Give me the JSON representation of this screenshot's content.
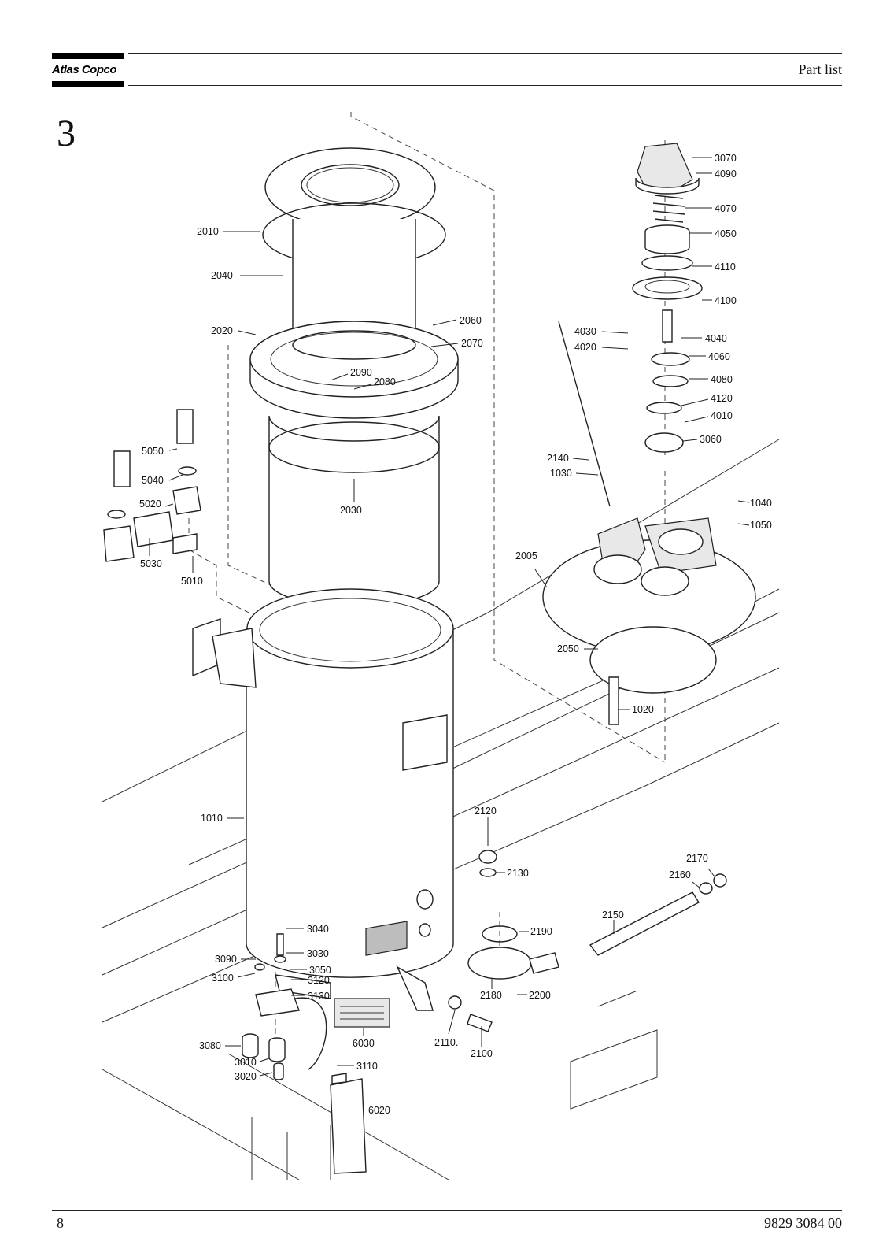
{
  "header": {
    "brand": "Atlas Copco",
    "title": "Part list"
  },
  "section": {
    "number": "3"
  },
  "footer": {
    "page_number": "8",
    "doc_number": "9829 3084 00"
  },
  "callouts": [
    {
      "label": "2010"
    },
    {
      "label": "2040"
    },
    {
      "label": "2020"
    },
    {
      "label": "2060"
    },
    {
      "label": "2070"
    },
    {
      "label": "2090"
    },
    {
      "label": "2080"
    },
    {
      "label": "2030"
    },
    {
      "label": "5050"
    },
    {
      "label": "5040"
    },
    {
      "label": "5020"
    },
    {
      "label": "5030"
    },
    {
      "label": "5010"
    },
    {
      "label": "3070"
    },
    {
      "label": "4090"
    },
    {
      "label": "4070"
    },
    {
      "label": "4050"
    },
    {
      "label": "4110"
    },
    {
      "label": "4100"
    },
    {
      "label": "4030"
    },
    {
      "label": "4020"
    },
    {
      "label": "4040"
    },
    {
      "label": "4060"
    },
    {
      "label": "4080"
    },
    {
      "label": "4120"
    },
    {
      "label": "4010"
    },
    {
      "label": "3060"
    },
    {
      "label": "2140"
    },
    {
      "label": "1030"
    },
    {
      "label": "1040"
    },
    {
      "label": "1050"
    },
    {
      "label": "2005"
    },
    {
      "label": "2050"
    },
    {
      "label": "1020"
    },
    {
      "label": "1010"
    },
    {
      "label": "2120"
    },
    {
      "label": "2130"
    },
    {
      "label": "2170"
    },
    {
      "label": "2160"
    },
    {
      "label": "2150"
    },
    {
      "label": "2190"
    },
    {
      "label": "2180"
    },
    {
      "label": "2200"
    },
    {
      "label": "2110."
    },
    {
      "label": "2100"
    },
    {
      "label": "3040"
    },
    {
      "label": "3030"
    },
    {
      "label": "3090"
    },
    {
      "label": "3050"
    },
    {
      "label": "3100"
    },
    {
      "label": "3120"
    },
    {
      "label": "3130"
    },
    {
      "label": "6030"
    },
    {
      "label": "3080"
    },
    {
      "label": "3010"
    },
    {
      "label": "3110"
    },
    {
      "label": "3020"
    },
    {
      "label": "6020"
    }
  ]
}
